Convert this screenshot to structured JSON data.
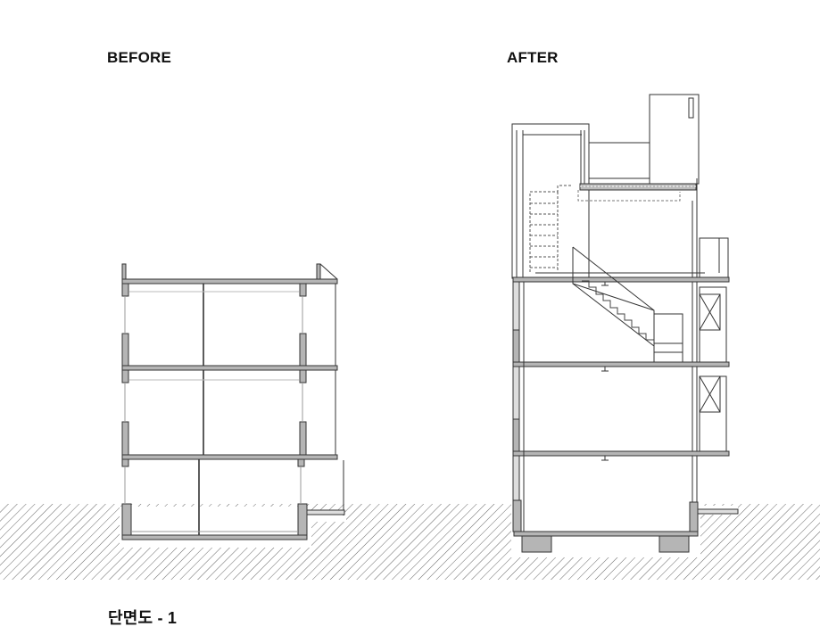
{
  "labels": {
    "before": "BEFORE",
    "after": "AFTER",
    "caption": "단면도 - 1"
  },
  "colors": {
    "line": "#333333",
    "wall_fill": "#b5b5b5",
    "hatch": "#666666"
  }
}
